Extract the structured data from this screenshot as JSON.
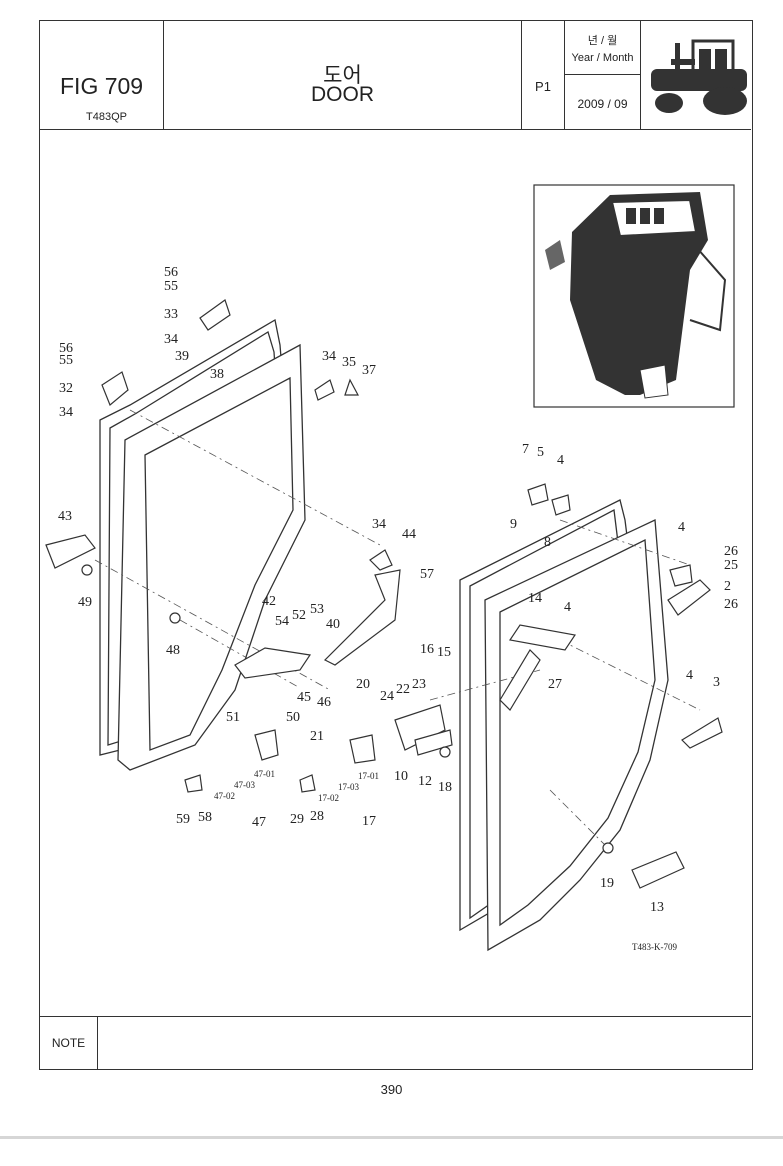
{
  "header": {
    "fig": "FIG 709",
    "model": "T483QP",
    "title_ko": "도어",
    "title_en": "DOOR",
    "page": "P1",
    "year_month_ko": "년 / 월",
    "year_month_en": "Year / Month",
    "year_month_value": "2009  / 09"
  },
  "diagram": {
    "code": "T483-K-709",
    "callouts": [
      "56",
      "55",
      "33",
      "34",
      "56",
      "55",
      "39",
      "38",
      "32",
      "34",
      "34",
      "35",
      "37",
      "43",
      "49",
      "48",
      "42",
      "54",
      "52",
      "53",
      "40",
      "57",
      "34",
      "44",
      "51",
      "45",
      "46",
      "50",
      "21",
      "47-01",
      "47-03",
      "47-02",
      "47",
      "59",
      "58",
      "29",
      "28",
      "17-01",
      "17-03",
      "17-02",
      "17",
      "20",
      "24",
      "22",
      "23",
      "16",
      "15",
      "10",
      "12",
      "18",
      "7",
      "5",
      "4",
      "9",
      "8",
      "4",
      "26",
      "25",
      "2",
      "26",
      "14",
      "4",
      "27",
      "4",
      "3",
      "19",
      "13"
    ]
  },
  "footer": {
    "note_label": "NOTE",
    "page_number": "390"
  }
}
